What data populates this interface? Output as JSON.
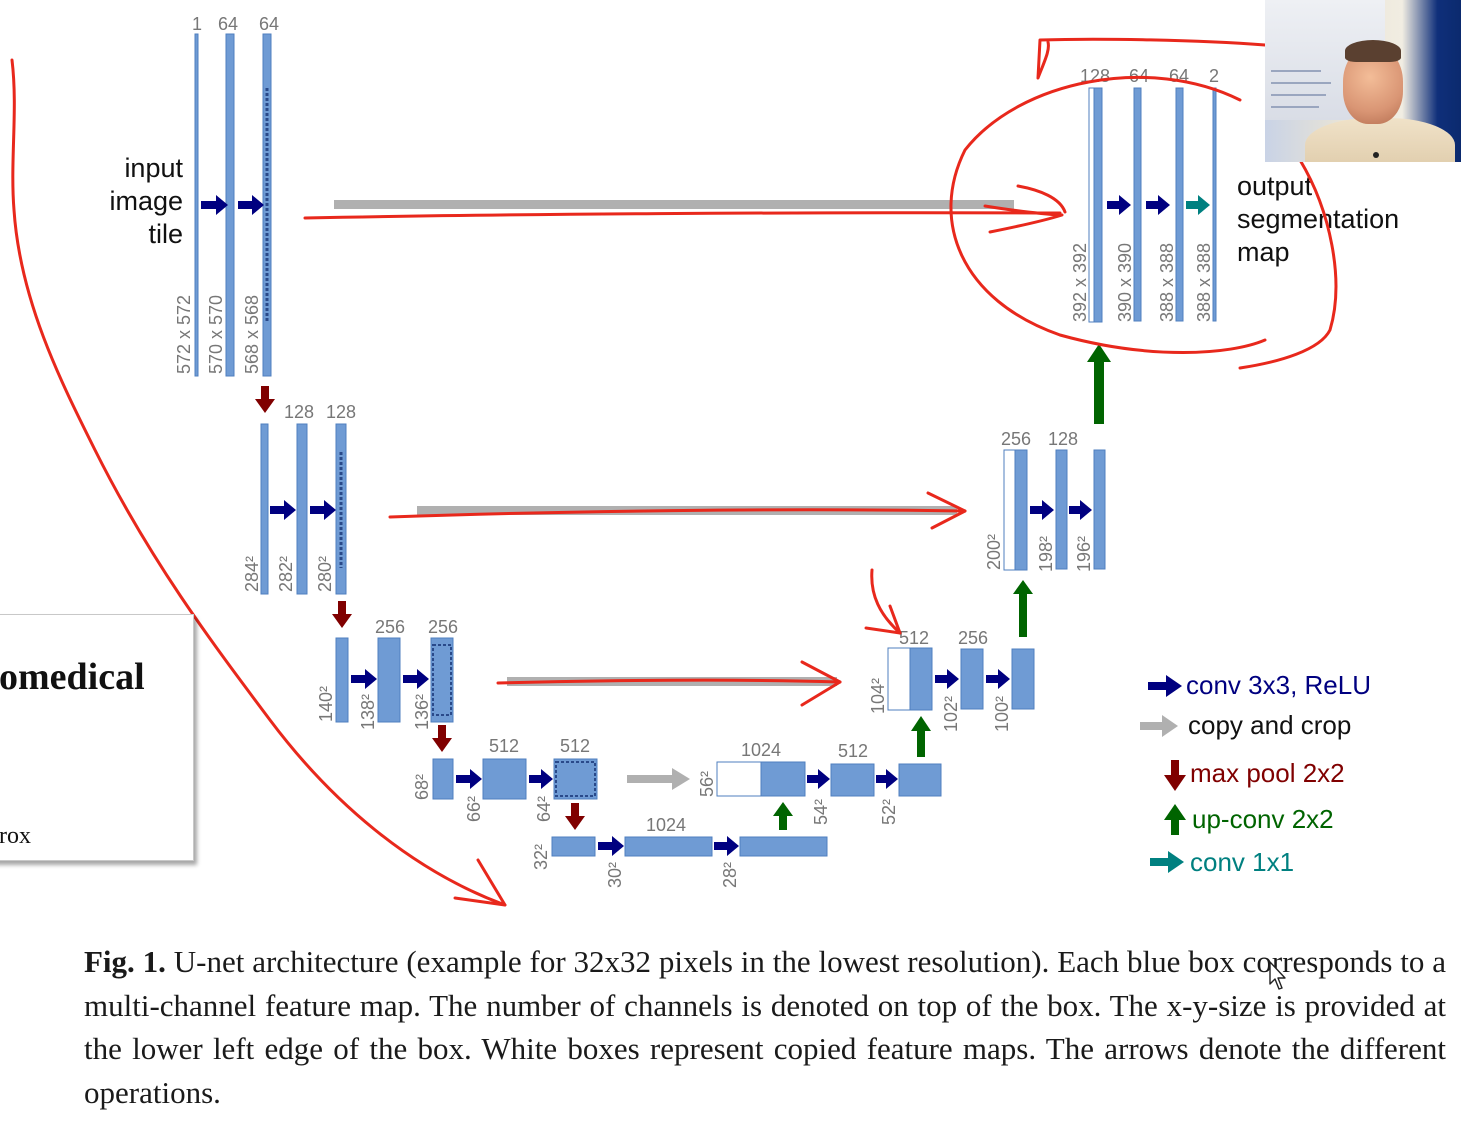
{
  "diagram": {
    "stages": {
      "input": {
        "channels": [
          "1",
          "64",
          "64"
        ],
        "sizes": [
          "572 x 572",
          "570 x 570",
          "568 x 568"
        ],
        "label": [
          "input",
          "image",
          "tile"
        ]
      },
      "enc2": {
        "channels": [
          "128",
          "128"
        ],
        "sizes": [
          "284²",
          "282²",
          "280²"
        ]
      },
      "enc3": {
        "channels": [
          "256",
          "256"
        ],
        "sizes": [
          "140²",
          "138²",
          "136²"
        ]
      },
      "enc4": {
        "channels": [
          "512",
          "512"
        ],
        "sizes": [
          "68²",
          "66²",
          "64²"
        ]
      },
      "bottom": {
        "channels": [
          "1024"
        ],
        "sizes": [
          "32²",
          "30²",
          "28²"
        ]
      },
      "dec4": {
        "channels": [
          "1024",
          "512"
        ],
        "sizes": [
          "56²",
          "54²",
          "52²"
        ]
      },
      "dec3": {
        "channels": [
          "512",
          "256"
        ],
        "sizes": [
          "104²",
          "102²",
          "100²"
        ]
      },
      "dec2": {
        "channels": [
          "256",
          "128"
        ],
        "sizes": [
          "200²",
          "198²",
          "196²"
        ]
      },
      "output": {
        "channels": [
          "128",
          "64",
          "64",
          "2"
        ],
        "sizes": [
          "392 x 392",
          "390 x 390",
          "388 x 388",
          "388 x 388"
        ],
        "label": [
          "output",
          "segmentation",
          "map"
        ]
      }
    },
    "legend": [
      {
        "label": "conv 3x3, ReLU",
        "color": "#000080",
        "arrow": "right"
      },
      {
        "label": "copy and crop",
        "color": "#b0b0b0",
        "arrow": "right"
      },
      {
        "label": "max pool 2x2",
        "color": "#800000",
        "arrow": "down"
      },
      {
        "label": "up-conv 2x2",
        "color": "#006400",
        "arrow": "up"
      },
      {
        "label": "conv 1x1",
        "color": "#008080",
        "arrow": "right"
      }
    ],
    "colors": {
      "feature_box": "#6f9bd4",
      "feature_box_edge": "#4f7fbf",
      "conv": "#000080",
      "copy": "#b0b0b0",
      "pool": "#800000",
      "upconv": "#006400",
      "conv1x1": "#008080",
      "annotation": "#e8281c",
      "label_gray": "#777777"
    }
  },
  "caption": {
    "fig_label": "Fig. 1.",
    "text": "U-net architecture (example for 32x32 pixels in the lowest resolution). Each blue box corresponds to a multi-channel feature map. The number of channels is denoted on top of the box. The x-y-size is provided at the lower left edge of the box. White boxes represent copied feature maps. The arrows denote the different operations."
  },
  "paper_snippet": {
    "title_fragment": "omedical",
    "text_fragment": "rox"
  },
  "webcam": {
    "description_icon": "presenter-webcam-icon"
  }
}
